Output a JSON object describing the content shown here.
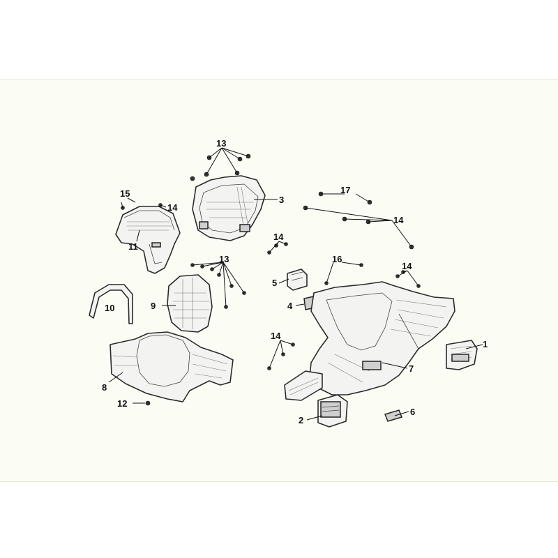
{
  "diagram": {
    "callouts": [
      {
        "id": "c1",
        "text": "1"
      },
      {
        "id": "c2",
        "text": "2"
      },
      {
        "id": "c3",
        "text": "3"
      },
      {
        "id": "c4",
        "text": "4"
      },
      {
        "id": "c5",
        "text": "5"
      },
      {
        "id": "c6",
        "text": "6"
      },
      {
        "id": "c7",
        "text": "7"
      },
      {
        "id": "c8",
        "text": "8"
      },
      {
        "id": "c9",
        "text": "9"
      },
      {
        "id": "c10",
        "text": "10"
      },
      {
        "id": "c11",
        "text": "11"
      },
      {
        "id": "c12",
        "text": "12"
      },
      {
        "id": "c13a",
        "text": "13"
      },
      {
        "id": "c13b",
        "text": "13"
      },
      {
        "id": "c14a",
        "text": "14"
      },
      {
        "id": "c14b",
        "text": "14"
      },
      {
        "id": "c14c",
        "text": "14"
      },
      {
        "id": "c14d",
        "text": "14"
      },
      {
        "id": "c14e",
        "text": "14"
      },
      {
        "id": "c15",
        "text": "15"
      },
      {
        "id": "c16",
        "text": "16"
      },
      {
        "id": "c17",
        "text": "17"
      }
    ]
  }
}
